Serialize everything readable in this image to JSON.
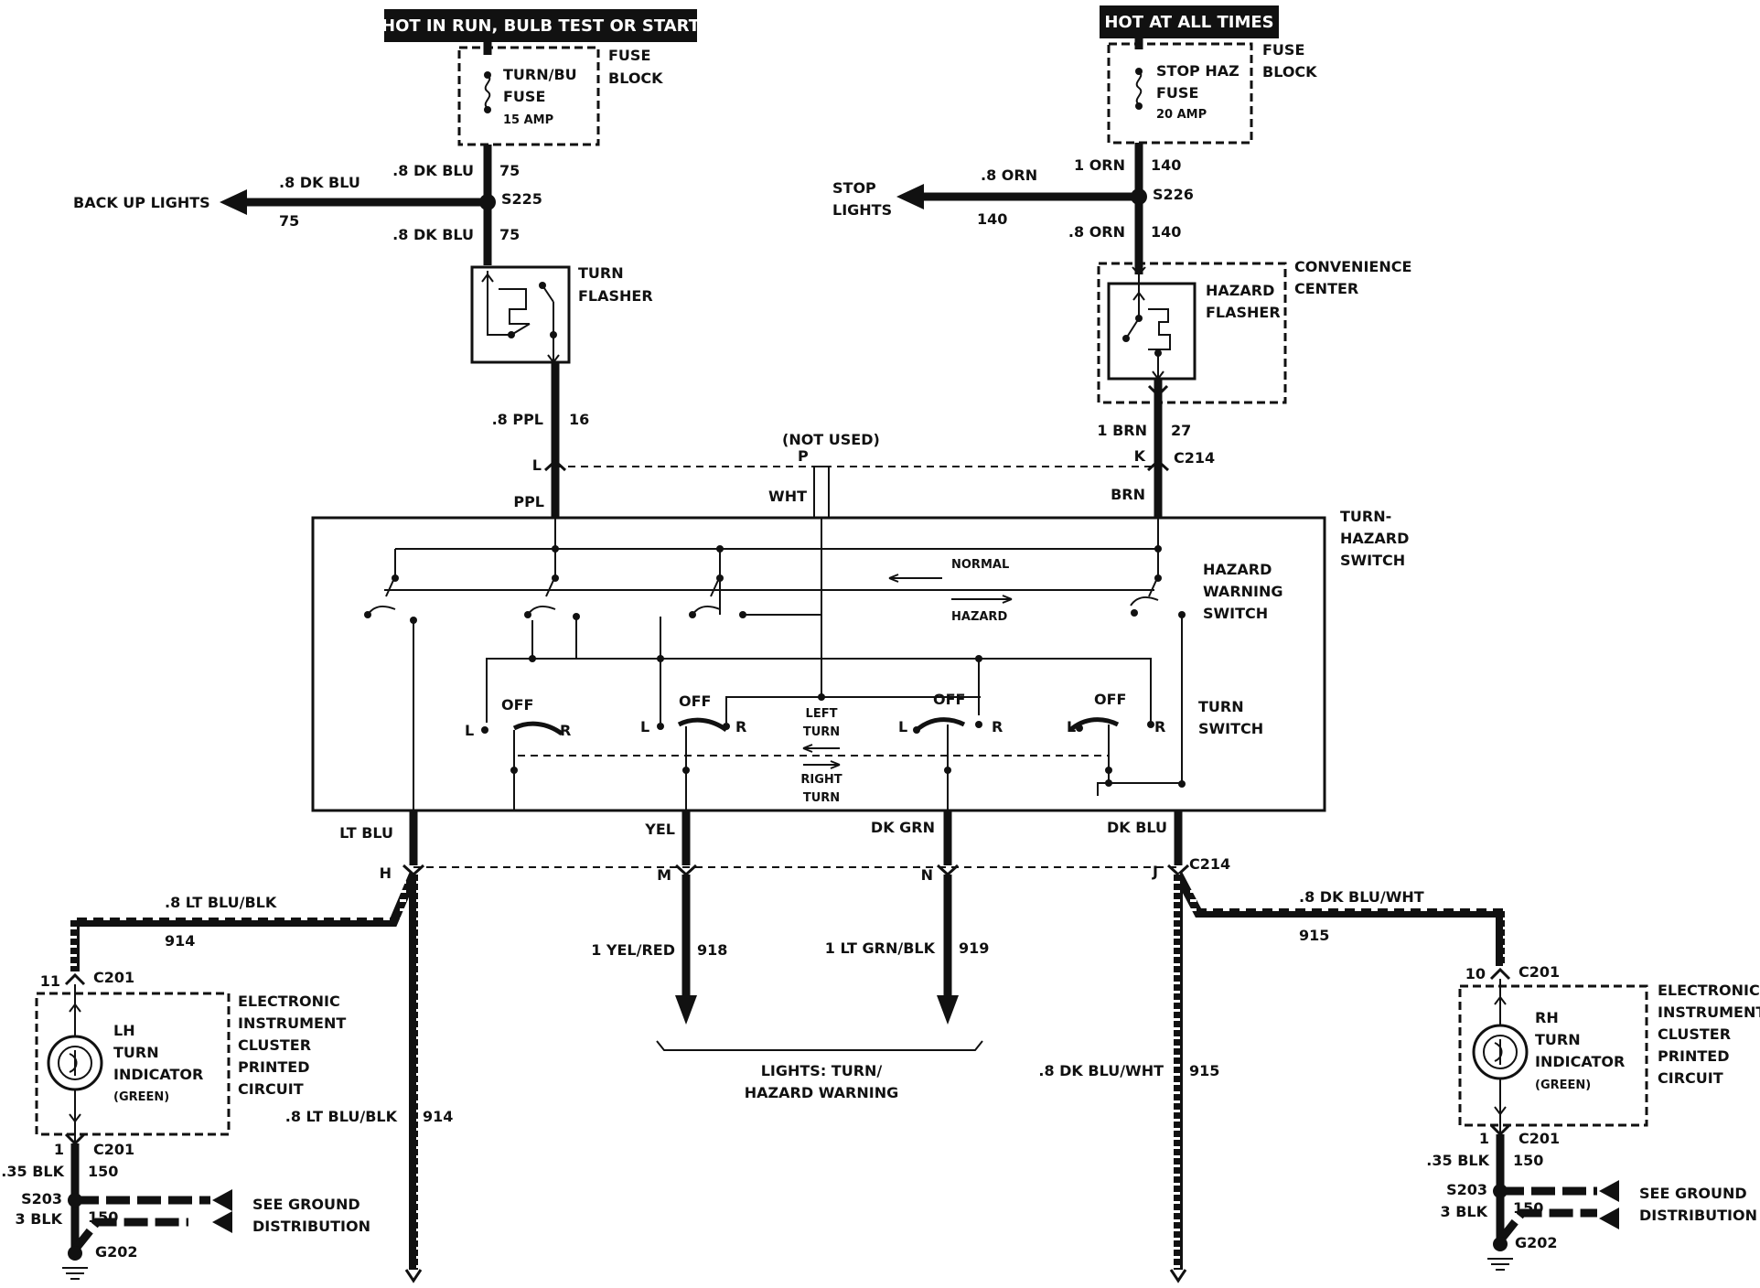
{
  "headers": {
    "left": "HOT IN RUN,  BULB TEST OR START",
    "right": "HOT AT ALL TIMES"
  },
  "fuses": {
    "left": {
      "name_line1": "TURN/BU",
      "name_line2": "FUSE",
      "rating": "15 AMP",
      "block_line1": "FUSE",
      "block_line2": "BLOCK"
    },
    "right": {
      "name_line1": "STOP HAZ",
      "name_line2": "FUSE",
      "rating": "20 AMP",
      "block_line1": "FUSE",
      "block_line2": "BLOCK"
    }
  },
  "left_branch": {
    "wire_top": ".8 DK BLU",
    "circuit_top": "75",
    "splice": "S225",
    "to_label": "BACK UP LIGHTS",
    "to_wire": ".8 DK BLU",
    "to_circuit": "75",
    "wire_bottom": ".8 DK BLU",
    "circuit_bottom": "75",
    "flasher_line1": "TURN",
    "flasher_line2": "FLASHER",
    "out_wire": ".8 PPL",
    "out_circuit": "16"
  },
  "right_branch": {
    "wire_top": "1 ORN",
    "circuit_top": "140",
    "splice": "S226",
    "to_label_line1": "STOP",
    "to_label_line2": "LIGHTS",
    "to_wire": ".8 ORN",
    "to_circuit": "140",
    "wire_bottom": ".8 ORN",
    "circuit_bottom": "140",
    "flasher_line1": "HAZARD",
    "flasher_line2": "FLASHER",
    "center_line1": "CONVENIENCE",
    "center_line2": "CENTER",
    "out_wire": "1 BRN",
    "out_circuit": "27"
  },
  "connector_top": {
    "not_used": "(NOT USED)",
    "pin_l": "L",
    "pin_p": "P",
    "pin_k": "K",
    "name": "C214",
    "wire_ppl": "PPL",
    "wire_wht": "WHT",
    "wire_brn": "BRN"
  },
  "switch": {
    "title_line1": "TURN-",
    "title_line2": "HAZARD",
    "title_line3": "SWITCH",
    "hazard_line1": "HAZARD",
    "hazard_line2": "WARNING",
    "hazard_line3": "SWITCH",
    "normal": "NORMAL",
    "hazard": "HAZARD",
    "turn_line1": "TURN",
    "turn_line2": "SWITCH",
    "off": "OFF",
    "l": "L",
    "r": "R",
    "left_turn_line1": "LEFT",
    "left_turn_line2": "TURN",
    "right_turn_line1": "RIGHT",
    "right_turn_line2": "TURN"
  },
  "connector_bottom": {
    "wire_ltblu": "LT BLU",
    "wire_yel": "YEL",
    "wire_dkgrn": "DK GRN",
    "wire_dkblu": "DK BLU",
    "pin_h": "H",
    "pin_m": "M",
    "pin_n": "N",
    "pin_j": "J",
    "name": "C214"
  },
  "outputs": {
    "lt_blu_blk": ".8 LT BLU/BLK",
    "c914": "914",
    "yel_red": "1 YEL/RED",
    "c918": "918",
    "lt_grn_blk": "1 LT GRN/BLK",
    "c919": "919",
    "dk_blu_wht": ".8 DK BLU/WHT",
    "c915": "915",
    "lights_line1": "LIGHTS: TURN/",
    "lights_line2": "HAZARD WARNING"
  },
  "left_indicator": {
    "pin_top": "11",
    "connector": "C201",
    "name_line1": "LH",
    "name_line2": "TURN",
    "name_line3": "INDICATOR",
    "color": "(GREEN)",
    "cluster_line1": "ELECTRONIC",
    "cluster_line2": "INSTRUMENT",
    "cluster_line3": "CLUSTER",
    "cluster_line4": "PRINTED",
    "cluster_line5": "CIRCUIT",
    "pin_bottom": "1",
    "ground_wire": ".35 BLK",
    "ground_circuit": "150",
    "splice": "S203",
    "ground_wire2": "3 BLK",
    "ground_circuit2": "150",
    "ground": "G202",
    "see_line1": "SEE GROUND",
    "see_line2": "DISTRIBUTION"
  },
  "right_indicator": {
    "pin_top": "10",
    "connector": "C201",
    "name_line1": "RH",
    "name_line2": "TURN",
    "name_line3": "INDICATOR",
    "color": "(GREEN)",
    "cluster_line1": "ELECTRONIC",
    "cluster_line2": "INSTRUMENT",
    "cluster_line3": "CLUSTER",
    "cluster_line4": "PRINTED",
    "cluster_line5": "CIRCUIT",
    "pin_bottom": "1",
    "ground_wire": ".35 BLK",
    "ground_circuit": "150",
    "splice": "S203",
    "ground_wire2": "3 BLK",
    "ground_circuit2": "150",
    "ground": "G202",
    "see_line1": "SEE GROUND",
    "see_line2": "DISTRIBUTION"
  }
}
